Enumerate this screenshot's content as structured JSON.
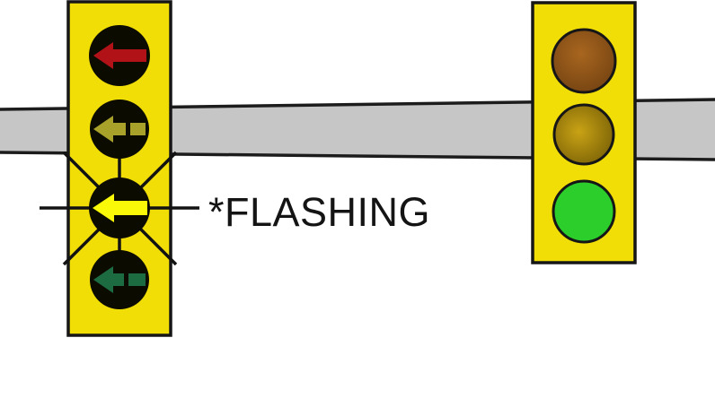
{
  "annotation": {
    "flashing_label": "*FLASHING"
  },
  "colors": {
    "background": "#FFFFFF",
    "housing_yellow": "#F2DE07",
    "lens_black": "#0B0B00",
    "road_gray": "#C6C6C6",
    "arrow_red": "#B01218",
    "arrow_olive": "#A8A12A",
    "arrow_yellow_flashing": "#FAFA08",
    "arrow_green": "#1D6B40",
    "light_brown_hi": "#A8661F",
    "light_brown_lo": "#6F3F10",
    "light_gold_hi": "#C9A315",
    "light_gold_lo": "#6F5804",
    "light_green": "#2BCE2B"
  },
  "left_signal": {
    "lights": [
      "red-left-arrow",
      "dim-yellow-left-arrow",
      "flashing-yellow-left-arrow",
      "green-left-arrow"
    ]
  },
  "right_signal": {
    "lights": [
      "dim-red-light",
      "dim-yellow-light",
      "green-light-on"
    ]
  }
}
